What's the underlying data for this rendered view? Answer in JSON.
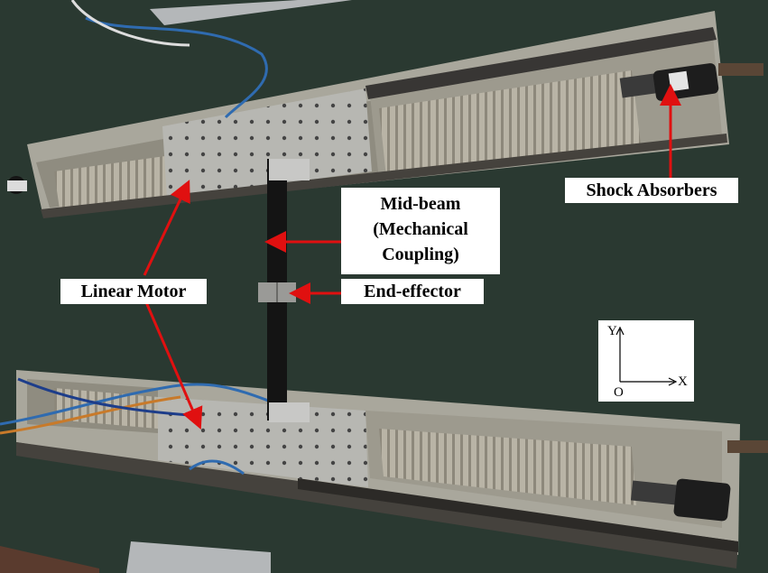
{
  "labels": {
    "shock_absorbers": "Shock Absorbers",
    "mid_beam_line1": "Mid-beam",
    "mid_beam_line2": "(Mechanical",
    "mid_beam_line3": "Coupling)",
    "linear_motor": "Linear Motor",
    "end_effector": "End-effector"
  },
  "axes": {
    "y": "Y",
    "x": "X",
    "origin": "O"
  },
  "colors": {
    "floor": "#2f3e35",
    "rail": "#a9a79c",
    "arrow": "#e01010",
    "beam": "#141414"
  }
}
